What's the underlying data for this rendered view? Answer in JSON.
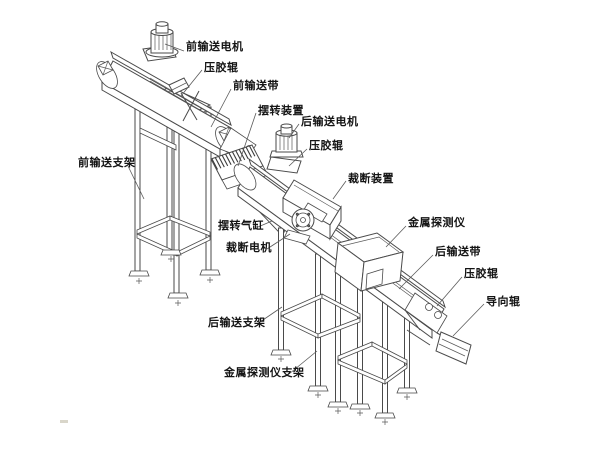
{
  "page": {
    "background_color": "#ffffff",
    "line_color": "#4a4a4a",
    "text_color": "#141414",
    "description": "Isometric engineering line diagram of a dual belt-conveyor cutting machine with metal detector, annotated with Chinese part labels"
  },
  "labels": [
    {
      "id": "front-conveyor-motor",
      "text": "前输送电机"
    },
    {
      "id": "front-pressure-roller",
      "text": "压胶辊"
    },
    {
      "id": "front-conveyor-belt",
      "text": "前输送带"
    },
    {
      "id": "swing-device",
      "text": "摆转装置"
    },
    {
      "id": "rear-conveyor-motor",
      "text": "后输送电机"
    },
    {
      "id": "rear-top-pressure-roller",
      "text": "压胶辊"
    },
    {
      "id": "cutting-device",
      "text": "裁断装置"
    },
    {
      "id": "metal-detector",
      "text": "金属探测仪"
    },
    {
      "id": "rear-conveyor-belt",
      "text": "后输送带"
    },
    {
      "id": "rear-end-pressure-roller",
      "text": "压胶辊"
    },
    {
      "id": "guide-roller",
      "text": "导向辊"
    },
    {
      "id": "front-conveyor-support",
      "text": "前输送支架"
    },
    {
      "id": "swing-cylinder",
      "text": "摆转气缸"
    },
    {
      "id": "cutting-motor",
      "text": "裁断电机"
    },
    {
      "id": "rear-conveyor-support",
      "text": "后输送支架"
    },
    {
      "id": "metal-detector-support",
      "text": "金属探测仪支架"
    }
  ]
}
